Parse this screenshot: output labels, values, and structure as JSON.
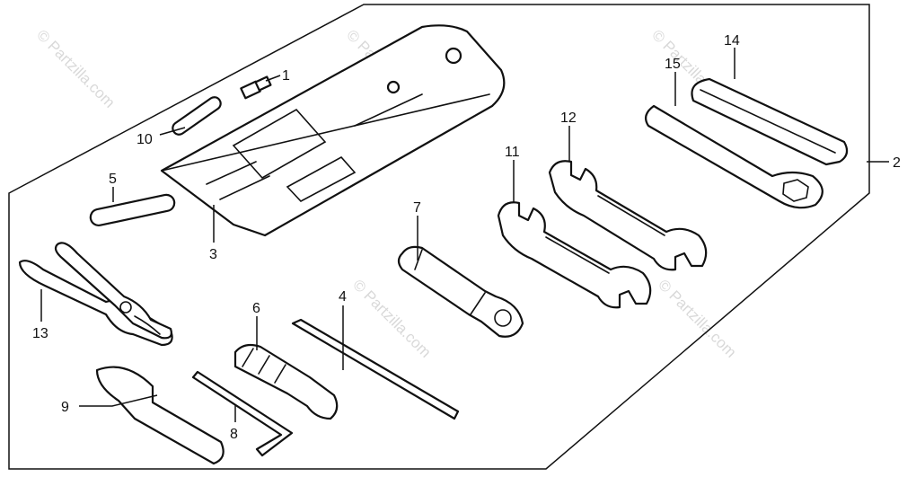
{
  "watermark": "© Partzilla.com",
  "callouts": [
    "1",
    "2",
    "3",
    "4",
    "5",
    "6",
    "7",
    "8",
    "9",
    "10",
    "11",
    "12",
    "13",
    "14",
    "15"
  ],
  "colors": {
    "line": "#111111",
    "paper": "#ffffff",
    "watermark": "#d9d9d9"
  }
}
